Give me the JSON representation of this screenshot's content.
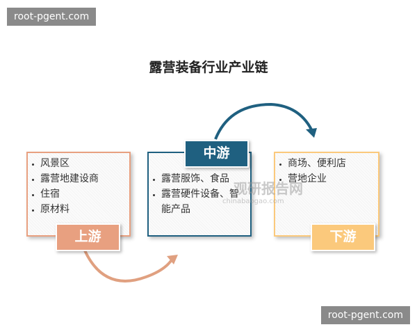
{
  "watermarks": [
    "root-pgent.com",
    "root-pgent.com"
  ],
  "title": "露营装备行业产业链",
  "upstream": {
    "label": "上游",
    "color": "#e8a080",
    "items": [
      "风景区",
      "露营地建设商",
      "住宿",
      "原材料"
    ]
  },
  "midstream": {
    "label": "中游",
    "color": "#1f6080",
    "items": [
      "露营服饰、食品",
      "露营硬件设备、智能产品"
    ]
  },
  "downstream": {
    "label": "下游",
    "color": "#fbc97c",
    "items": [
      "商场、便利店",
      "营地企业"
    ]
  },
  "logo": {
    "name": "观研报告网",
    "url": "chinabaogao.com"
  }
}
